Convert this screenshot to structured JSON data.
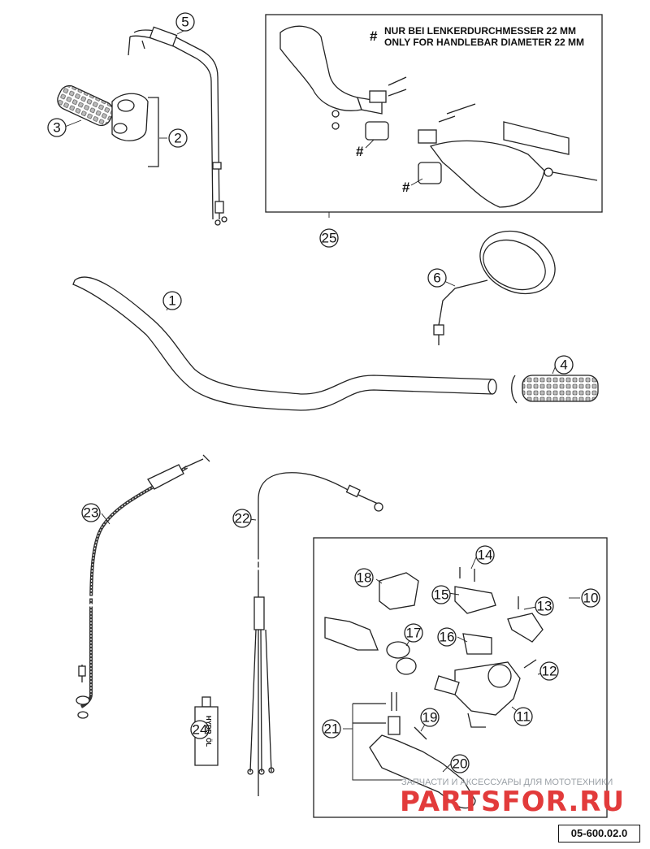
{
  "drawing_code": "05-600.02.0",
  "note": {
    "marker": "#",
    "line_de": "NUR BEI LENKERDURCHMESSER 22 MM",
    "line_en": "ONLY FOR HANDLEBAR DIAMETER 22 MM"
  },
  "hash_marker": "#",
  "callouts": {
    "c1": "1",
    "c2": "2",
    "c3": "3",
    "c4": "4",
    "c5": "5",
    "c6": "6",
    "c10": "10",
    "c11": "11",
    "c12": "12",
    "c13": "13",
    "c14": "14",
    "c15": "15",
    "c16": "16",
    "c17": "17",
    "c18": "18",
    "c19": "19",
    "c20": "20",
    "c21": "21",
    "c22": "22",
    "c23": "23",
    "c24": "24",
    "c25": "25"
  },
  "oil_label": "HYDR. ÖL",
  "watermark": {
    "tagline": "ЗАПЧАСТИ И АКСЕССУАРЫ ДЛЯ МОТОТЕХНИКИ",
    "brand": "PARTSFOR.RU"
  },
  "colors": {
    "line": "#222222",
    "watermark_red": "#e23b3b",
    "watermark_gray": "#9aa0a6"
  }
}
